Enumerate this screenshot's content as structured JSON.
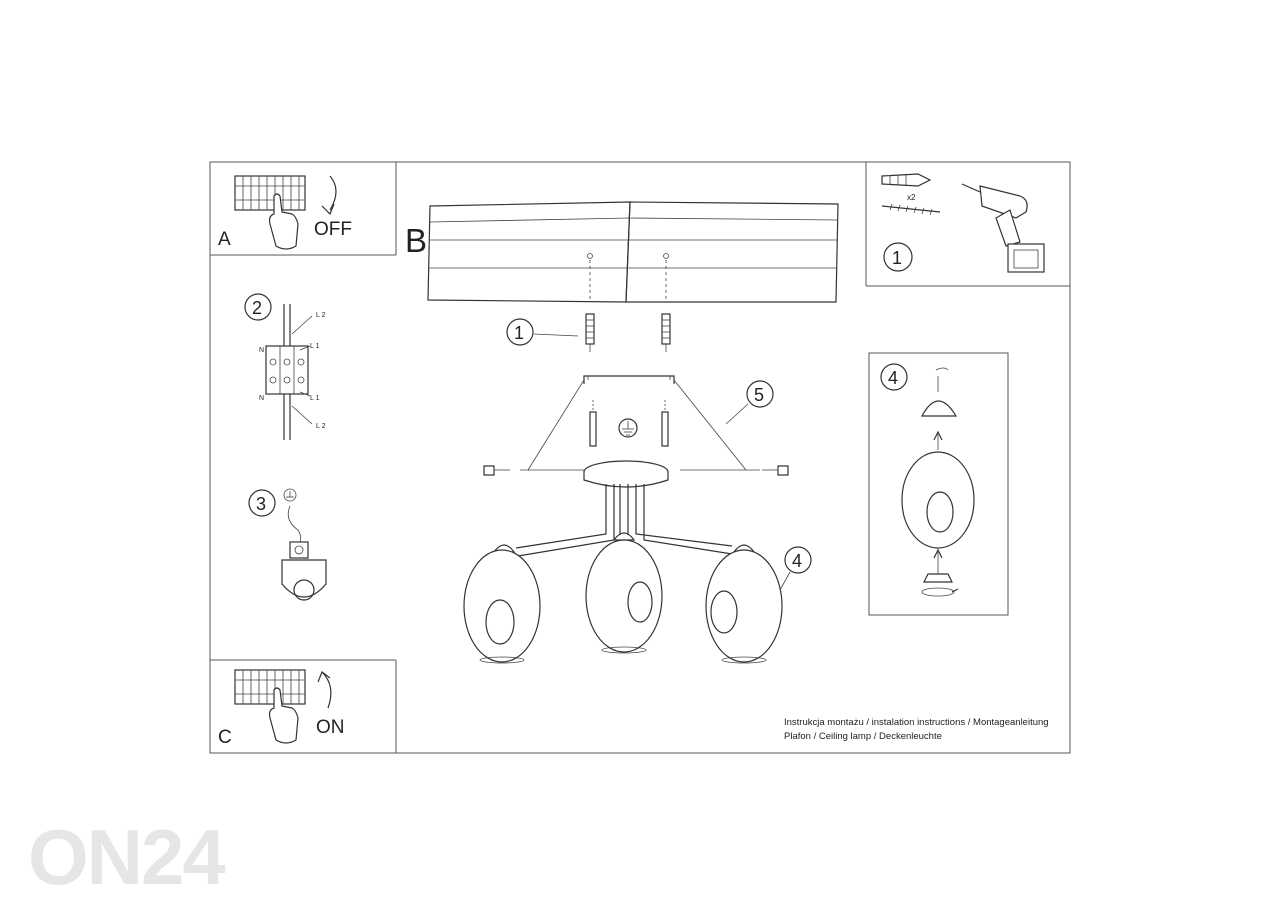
{
  "steps": {
    "A": {
      "letter": "A",
      "action": "OFF"
    },
    "B": {
      "letter": "B"
    },
    "C": {
      "letter": "C",
      "action": "ON"
    }
  },
  "callouts": {
    "drill_panel": "1",
    "wiring": "2",
    "ground": "3",
    "shade_detail": "4",
    "dowels": "1",
    "canopy": "5",
    "shades": "4"
  },
  "hardware": {
    "quantity": "x2"
  },
  "wiring_labels": {
    "top_right": "L 2",
    "mid_right_top": "L 1",
    "left_top": "N",
    "left_bottom": "N",
    "mid_right_bottom": "L 1",
    "bottom_right": "L 2"
  },
  "caption": {
    "line1": "Instrukcja montażu / instalation instructions / Montageanleitung",
    "line2": "Plafon / Ceiling lamp / Deckenleuchte"
  },
  "watermark": "ON24"
}
